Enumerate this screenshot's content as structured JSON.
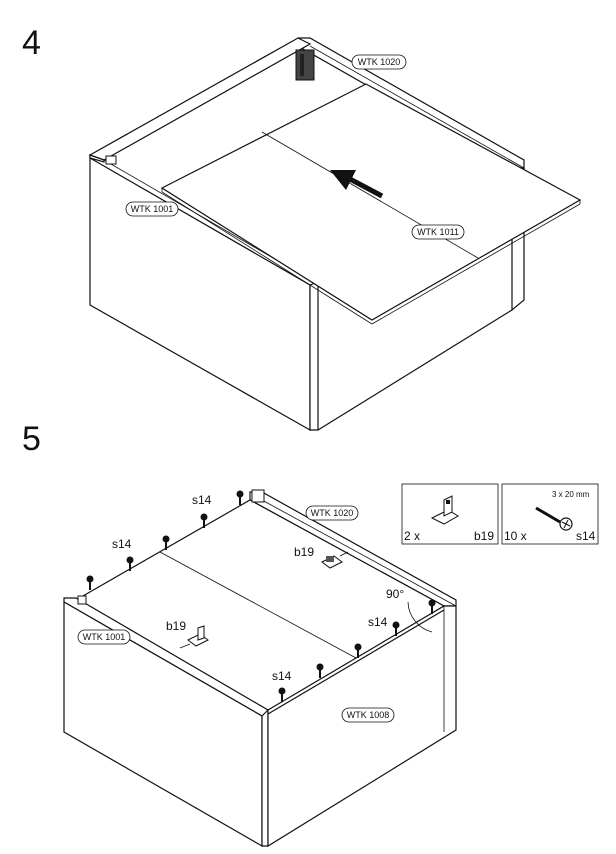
{
  "steps": [
    {
      "number": "4",
      "labels": {
        "wtk_top": "WTK 1020",
        "wtk_side": "WTK 1001",
        "wtk_bottom": "WTK 1011"
      }
    },
    {
      "number": "5",
      "labels": {
        "wtk_top": "WTK 1020",
        "wtk_side": "WTK 1001",
        "wtk_front": "WTK 1008",
        "s14_a": "s14",
        "s14_b": "s14",
        "s14_c": "s14",
        "s14_d": "s14",
        "b19_a": "b19",
        "b19_b": "b19",
        "angle": "90°"
      },
      "parts": [
        {
          "qty": "2 x",
          "code": "b19",
          "size": ""
        },
        {
          "qty": "10 x",
          "code": "s14",
          "size": "3 x 20 mm"
        }
      ]
    }
  ]
}
